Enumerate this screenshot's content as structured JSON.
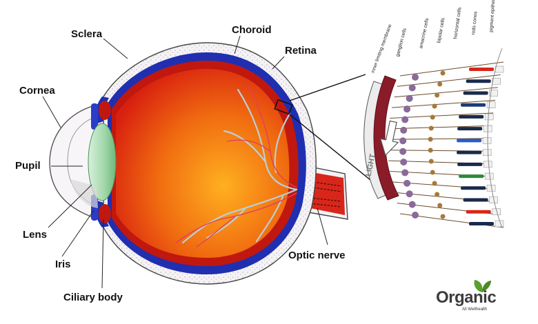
{
  "labels": {
    "sclera": "Sclera",
    "choroid": "Choroid",
    "retina": "Retina",
    "cornea": "Cornea",
    "pupil": "Pupil",
    "lens": "Lens",
    "iris": "Iris",
    "ciliary_body": "Ciliary body",
    "optic_nerve": "Optic nerve"
  },
  "detail": {
    "light": "LIGHT",
    "layers": [
      "inner limiting membrane",
      "ganglion cells",
      "amacrine cells",
      "bipolar cells",
      "horizontal cells",
      "rods cones",
      "pigment epithelium"
    ]
  },
  "brand": {
    "name": "Organic",
    "tagline": "All Wellhealth",
    "color": "#3c3c3c",
    "leaf_color": "#5aa02c"
  },
  "colors": {
    "sclera_fill": "#f4f2f4",
    "choroid_blue": "#1f2fb0",
    "retina_red": "#d8261a",
    "vitreous_orange": "#f07818",
    "lens_green": "#8fcf9a",
    "vessel": "#b8cfd6"
  }
}
